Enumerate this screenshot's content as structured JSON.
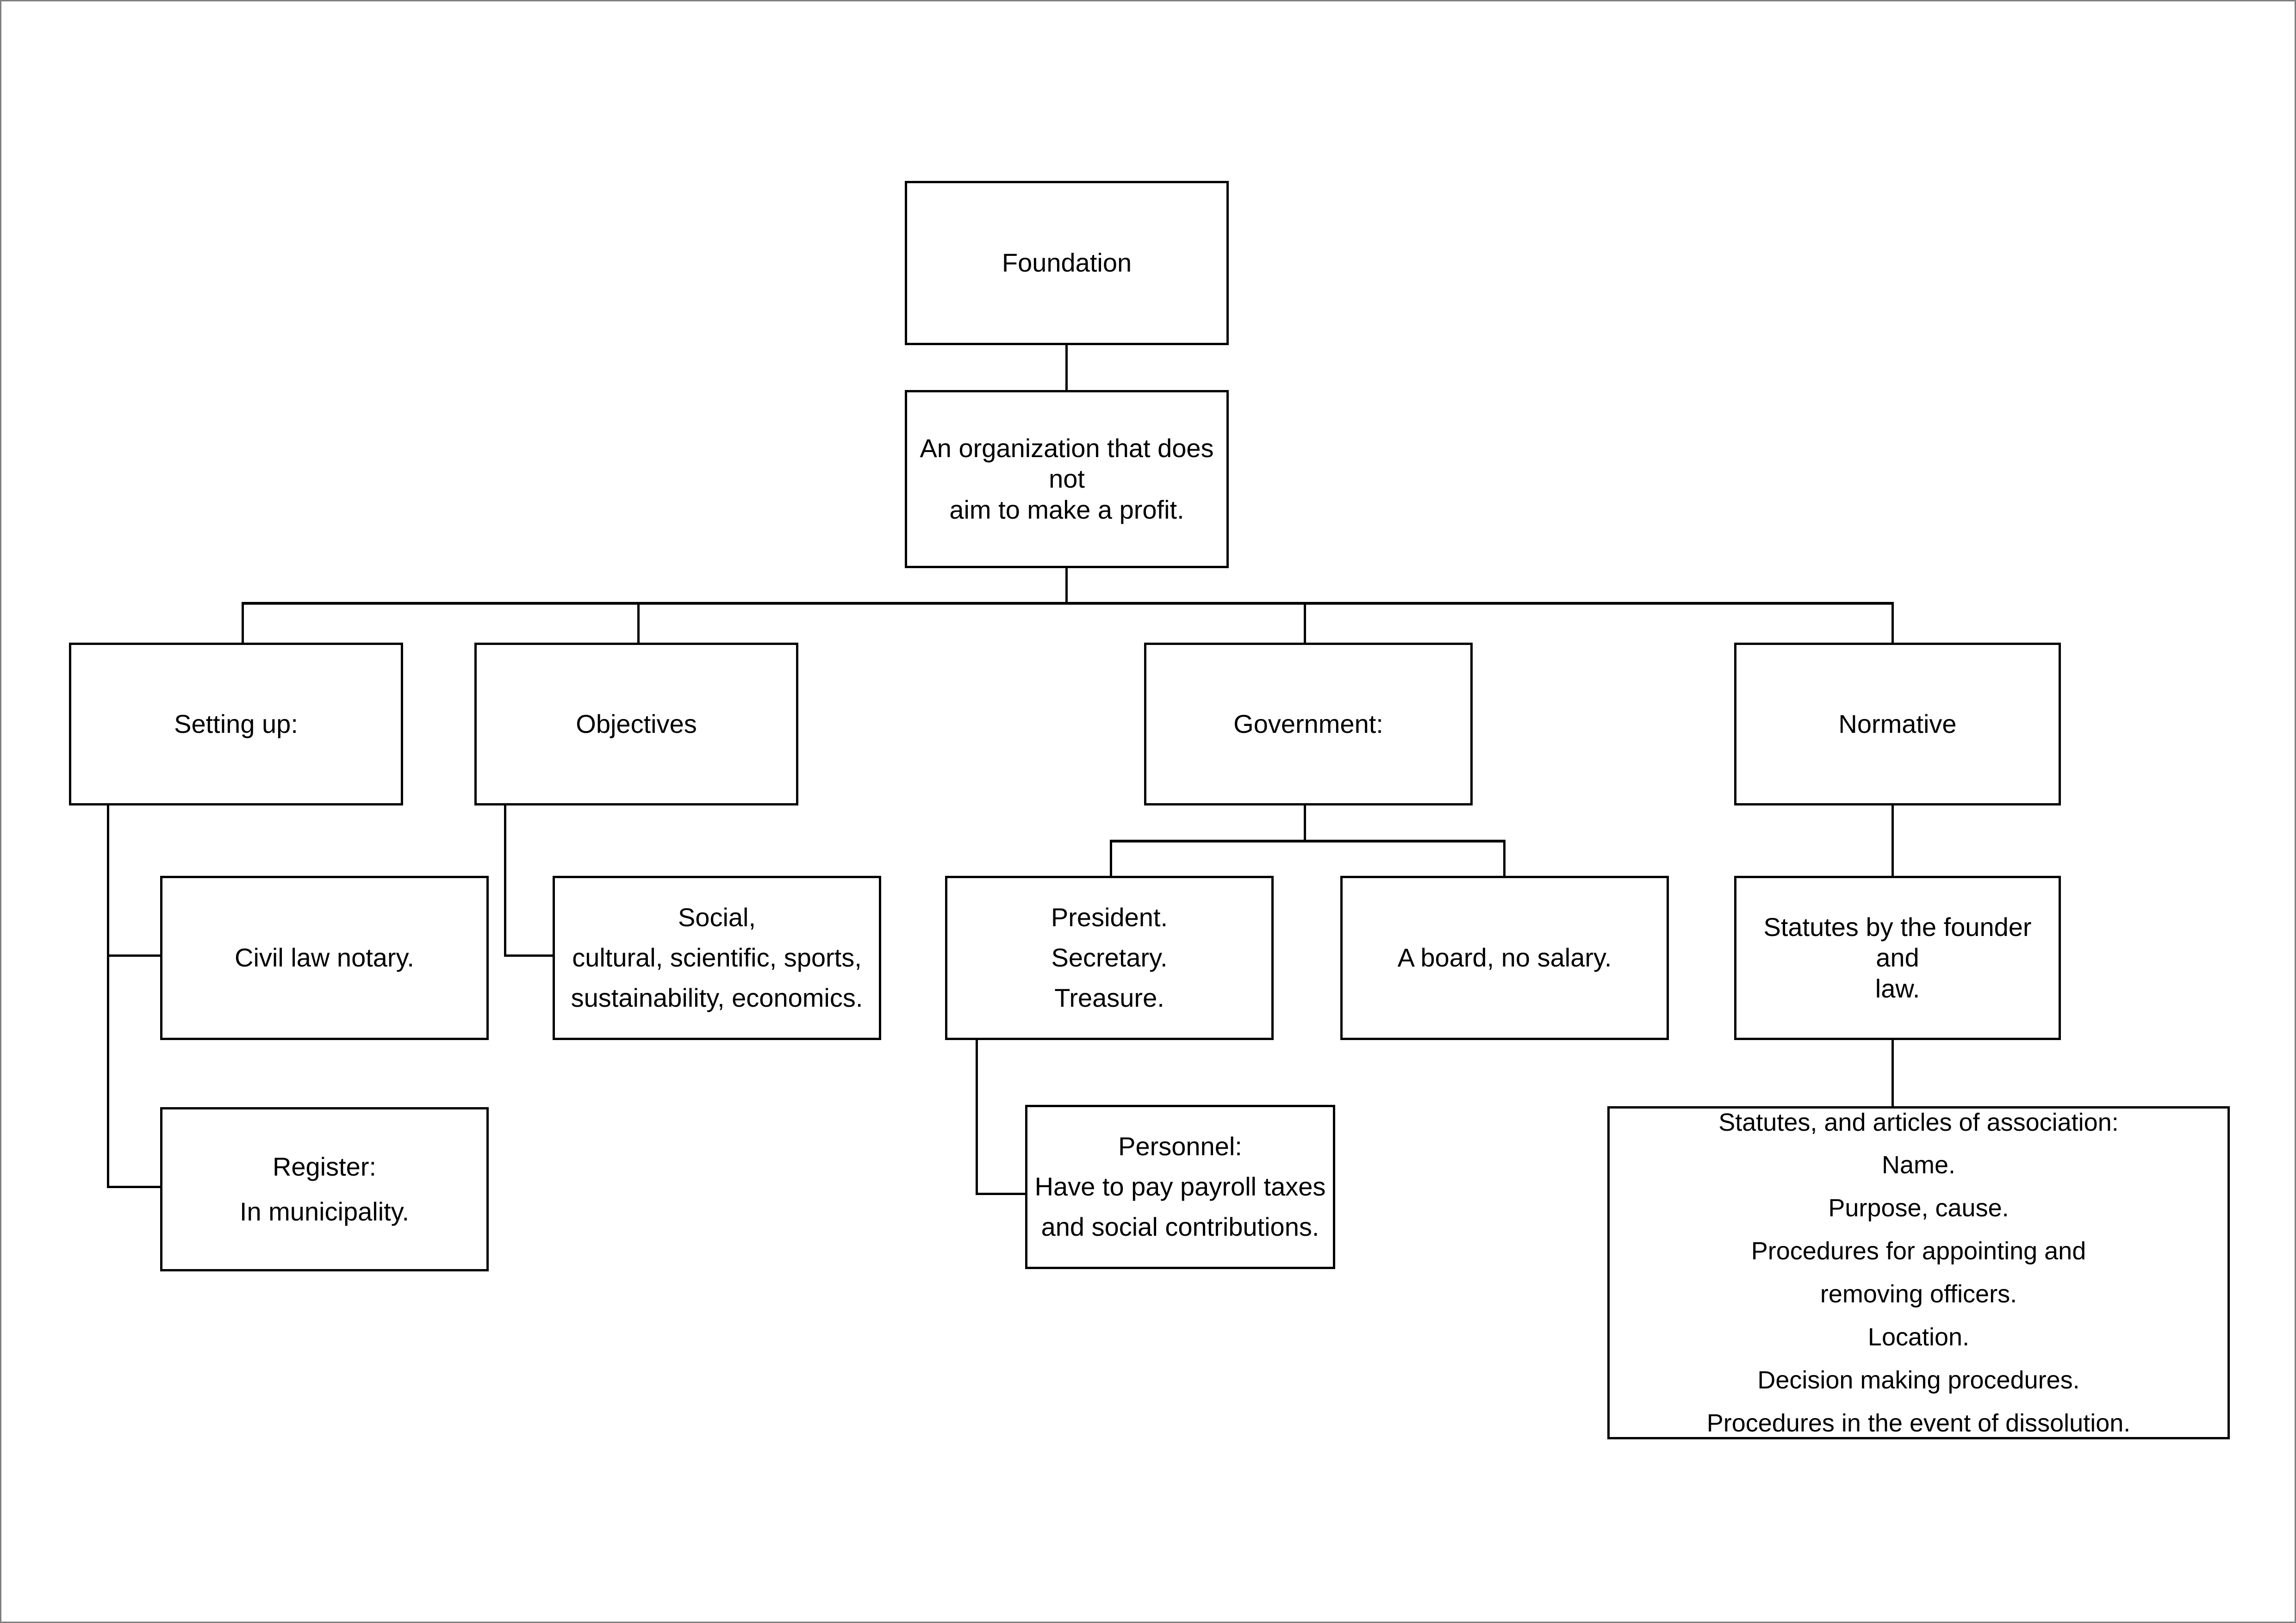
{
  "diagram": {
    "title": "Foundation organizational chart",
    "type": "hierarchy-tree",
    "line_color": "#000000",
    "box_border_color": "#000000",
    "background_color": "#ffffff",
    "page_border_color": "#7f7f7f",
    "nodes": {
      "root": "Foundation",
      "definition": "An organization that does not\naim to make a profit.",
      "setting_up": "Setting up:",
      "setting_up_child_1": "Civil law notary.",
      "setting_up_child_2": "Register:\nIn municipality.",
      "objectives": "Objectives",
      "objectives_child_1": "Social,\ncultural, scientific, sports,\nsustainability, economics.",
      "government": "Government:",
      "government_child_1": "President.\nSecretary.\nTreasure.",
      "government_child_2": "A board, no salary.",
      "government_grandchild_1": "Personnel:\nHave to pay payroll taxes\nand social contributions.",
      "normative": "Normative",
      "normative_child_1": "Statutes by the founder and\nlaw.",
      "normative_grandchild_1": "Statutes, and articles of association:\nName.\nPurpose, cause.\nProcedures for appointing and\nremoving officers.\nLocation.\nDecision making procedures.\nProcedures in the event of dissolution."
    }
  }
}
